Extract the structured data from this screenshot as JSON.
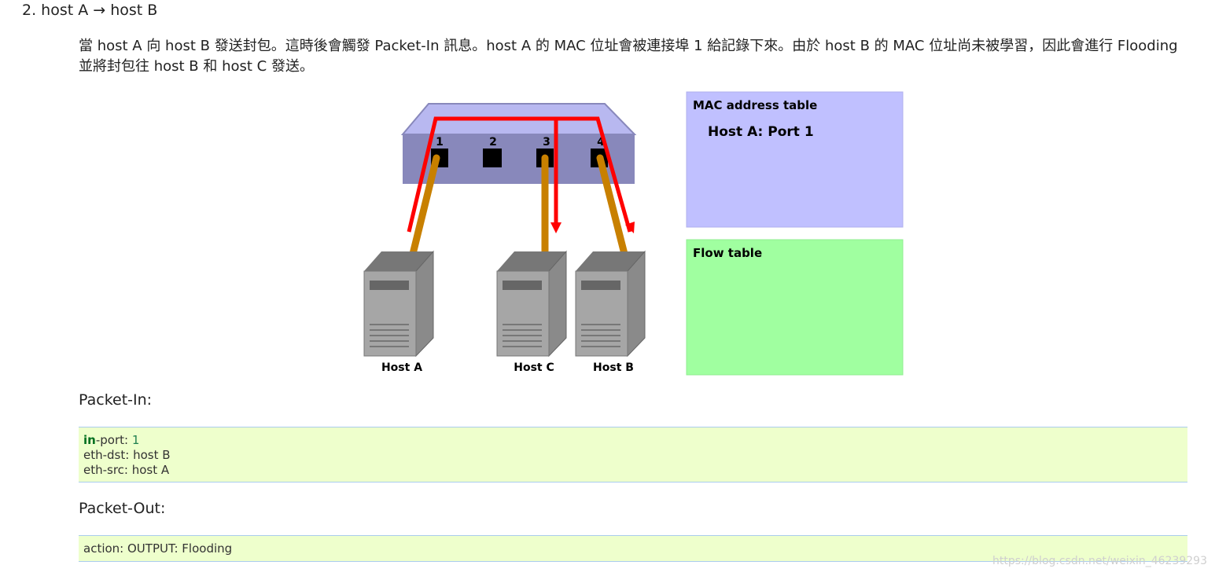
{
  "heading": "2. host A → host B",
  "paragraph": "當 host A 向 host B 發送封包。這時後會觸發 Packet-In 訊息。host A 的 MAC 位址會被連接埠 1 給記錄下來。由於 host B 的 MAC 位址尚未被學習，因此會進行 Flooding 並將封包往 host B 和 host C 發送。",
  "figure": {
    "ports": [
      "1",
      "2",
      "3",
      "4"
    ],
    "hosts": [
      "Host A",
      "Host C",
      "Host B"
    ],
    "mac_table": {
      "title": "MAC address table",
      "entry": "Host A: Port 1",
      "color": "#c0c0ff"
    },
    "flow_table": {
      "title": "Flow table",
      "color": "#a0ffa0"
    },
    "colors": {
      "packet_path": "#ff0000",
      "cable": "#c88000",
      "switch_body": "#8888bb",
      "switch_top": "#b8b8f0"
    }
  },
  "packet_in": {
    "label": "Packet-In:",
    "line1_keyword": "in",
    "line1_rest": "-port: ",
    "line1_value": "1",
    "line2": "eth-dst: host B",
    "line3": "eth-src: host A"
  },
  "packet_out": {
    "label": "Packet-Out:",
    "line1": "action: OUTPUT: Flooding"
  },
  "watermark": "https://blog.csdn.net/weixin_46239293"
}
